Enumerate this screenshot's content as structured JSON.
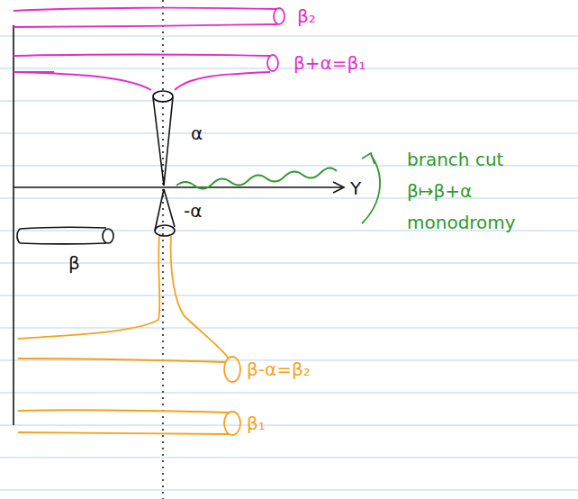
{
  "diagram": {
    "labels": [
      "β₂",
      "β+α=β₁",
      "α",
      "-α",
      "Y",
      "branch cut β↦β+α monodromy",
      "β",
      "β-α=β₂",
      "β₁"
    ]
  }
}
